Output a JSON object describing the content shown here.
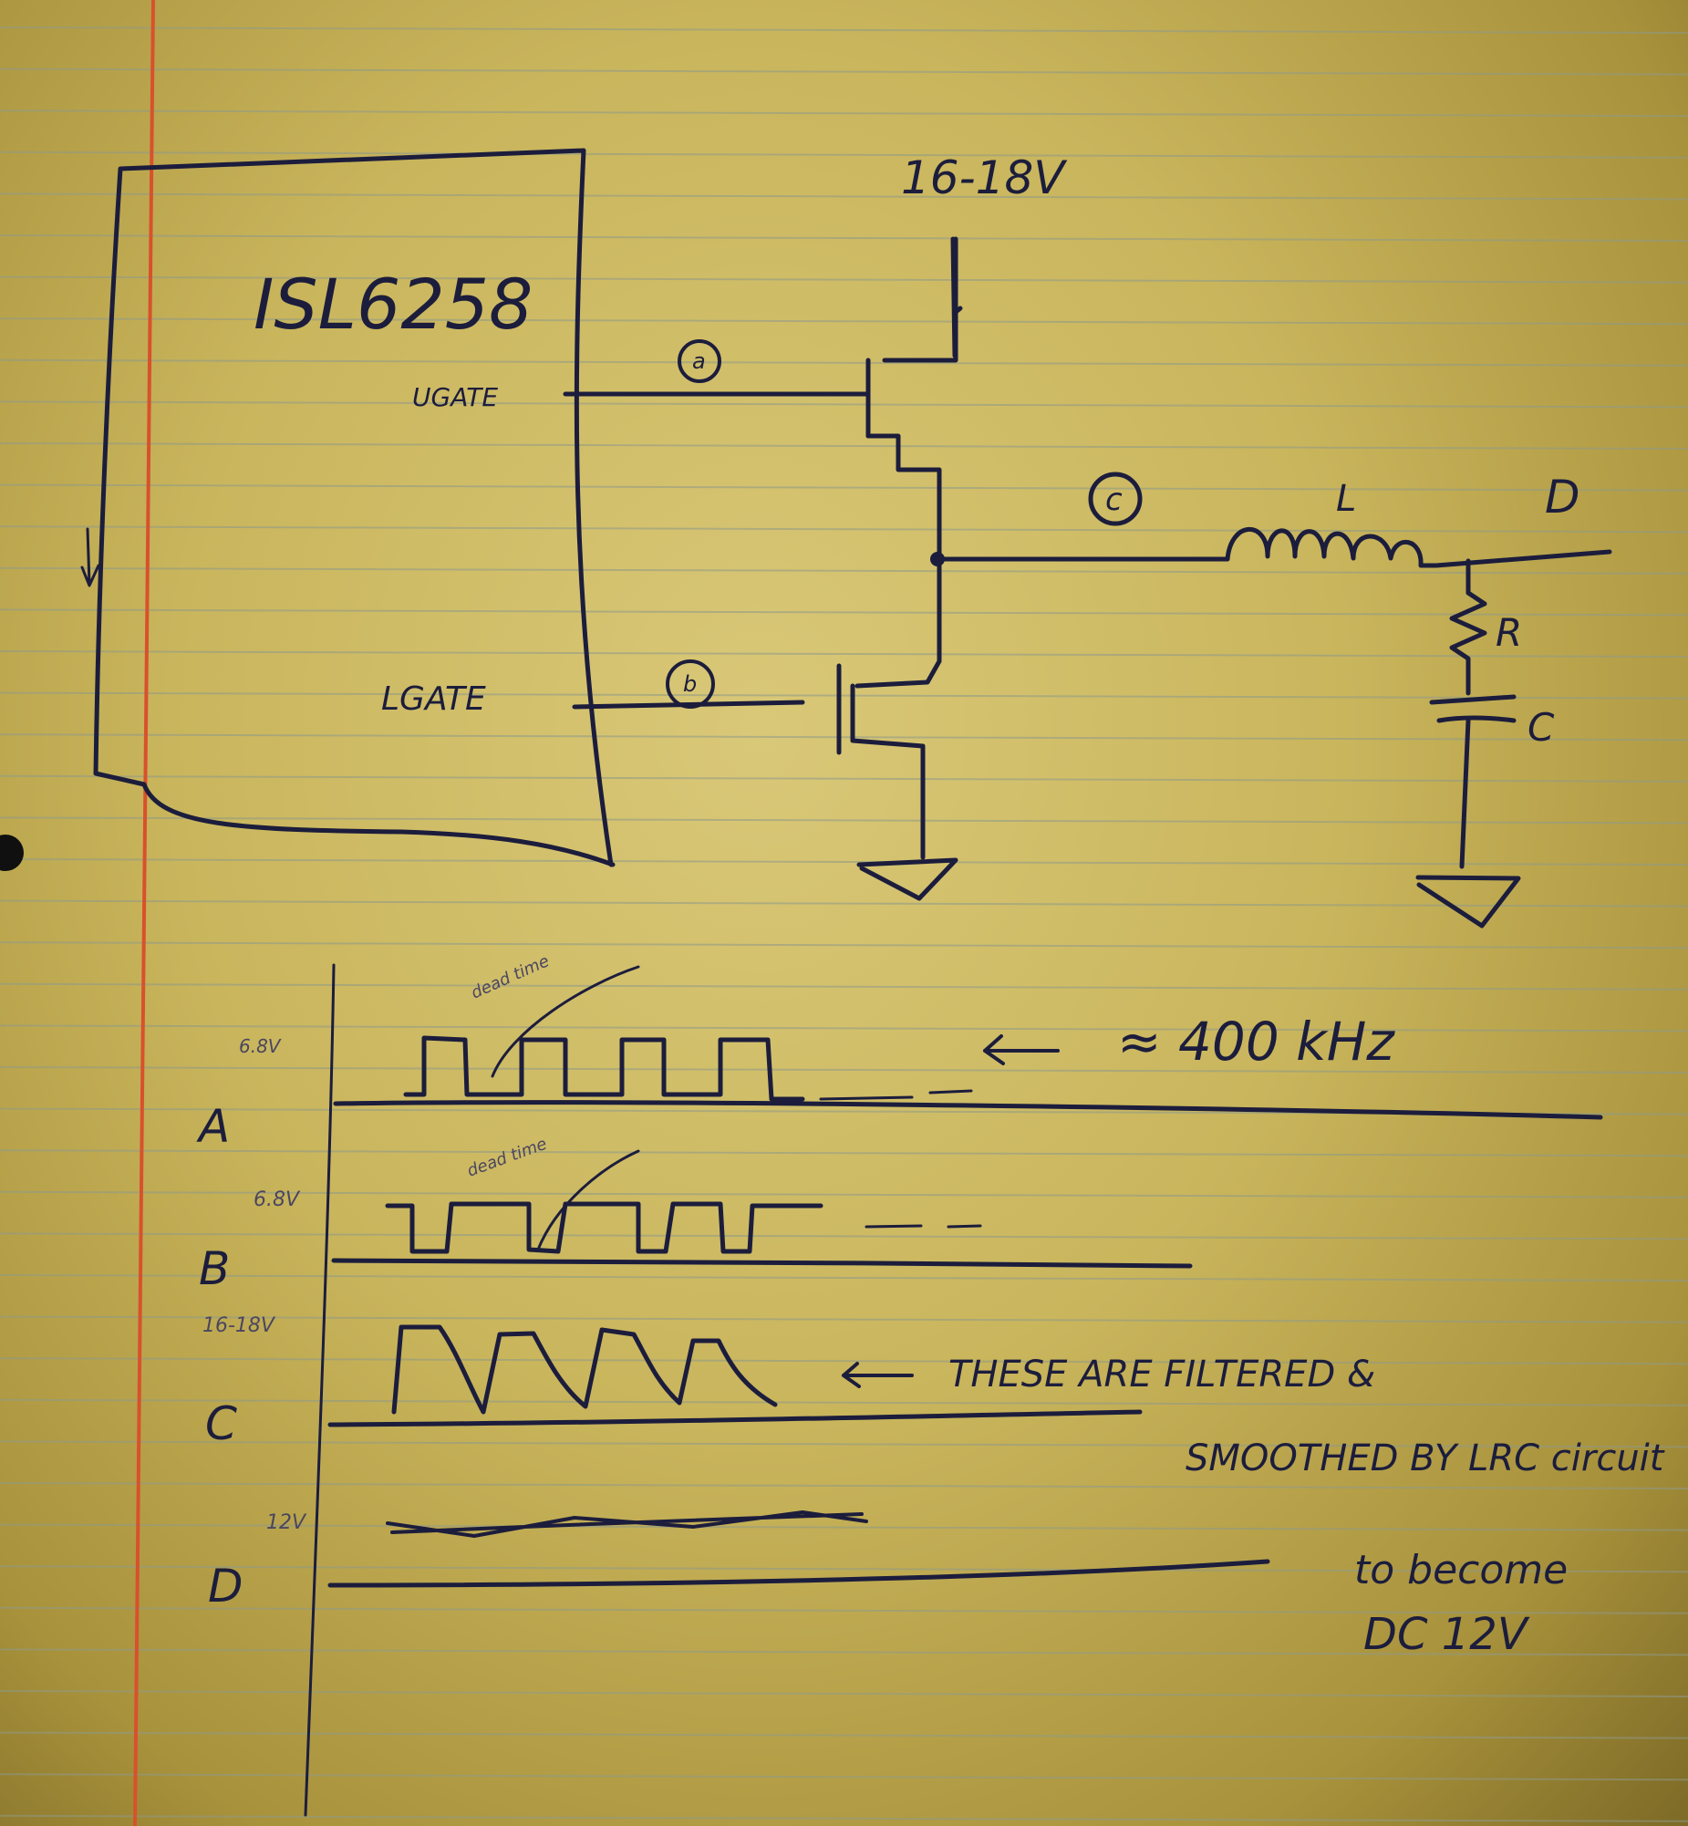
{
  "chip": {
    "name": "ISL6258",
    "upper_gate_label": "UGATE",
    "lower_gate_label": "LGATE"
  },
  "supply_label": "16-18V",
  "node_markers": {
    "a": "a",
    "b": "b",
    "c": "c"
  },
  "filter": {
    "inductor_label": "L",
    "resistor_label": "R",
    "capacitor_label": "C",
    "output_label": "D"
  },
  "waveforms": {
    "rows": [
      {
        "label": "A",
        "level": "6.8V"
      },
      {
        "label": "B",
        "level": "6.8V"
      },
      {
        "label": "C",
        "level": "16-18V"
      },
      {
        "label": "D",
        "level": "12V"
      }
    ],
    "frequency_note": "≈ 400 kHz",
    "dead_time_a": "dead time",
    "dead_time_b": "dead time",
    "filter_note_lines": [
      "THESE ARE FILTERED &",
      "SMOOTHED BY LRC circuit",
      "to become",
      "DC 12V"
    ]
  }
}
